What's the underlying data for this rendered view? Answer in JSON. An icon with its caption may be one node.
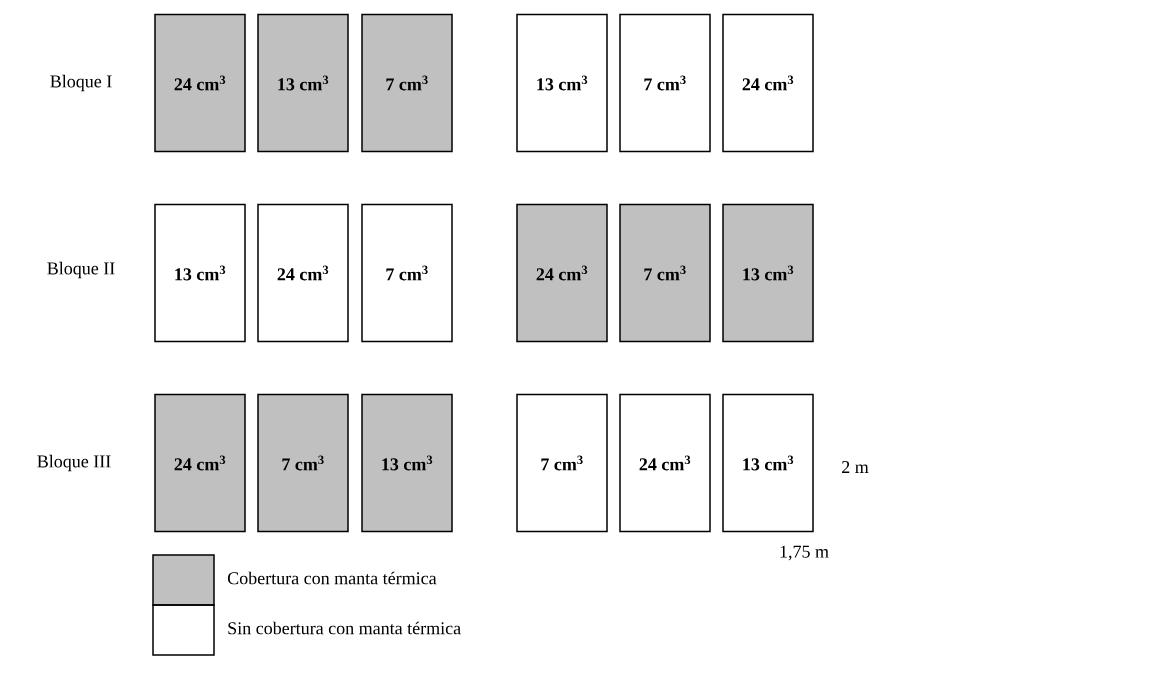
{
  "diagram": {
    "nodes": [
      {
        "text": [
          "24 cm$^{3}$"
        ]
      },
      {
        "text": [
          "13 cm$^{3}$"
        ]
      },
      {
        "text": [
          "7 cm$^{3}$"
        ]
      },
      {
        "text": [
          "13 cm$^{3}$"
        ]
      },
      {
        "text": [
          "7 cm$^{3}$"
        ]
      },
      {
        "text": [
          "24 cm$^{3}$"
        ]
      },
      {
        "text": [
          "13 cm$^{3}$"
        ]
      },
      {
        "text": [
          "24 cm$^{3}$"
        ]
      },
      {
        "text": [
          "7 cm$^{3}$"
        ]
      },
      {
        "text": [
          "24 cm$^{3}$"
        ]
      },
      {
        "text": [
          "7 cm$^{3}$"
        ]
      },
      {
        "text": [
          "13 cm$^{3}$"
        ]
      },
      {
        "text": [
          "24 cm$^{3}$"
        ]
      },
      {
        "text": [
          "7 cm$^{3}$"
        ]
      },
      {
        "text": [
          "13 cm$^{3}$"
        ]
      },
      {
        "text": [
          "7 cm$^{3}$"
        ]
      },
      {
        "text": [
          "24 cm$^{3}$"
        ]
      },
      {
        "text": [
          "13 cm$^{3}$"
        ]
      }
    ],
    "labels": [
      "Bloque I",
      "Bloque II",
      "Bloque III",
      "2 m",
      "1,75 m"
    ],
    "legend": [
      {
        "text": "Cobertura con manta térmica",
        "color": "#c0c0c0"
      },
      {
        "text": "Sin cobertura con manta térmica"
      }
    ]
  }
}
